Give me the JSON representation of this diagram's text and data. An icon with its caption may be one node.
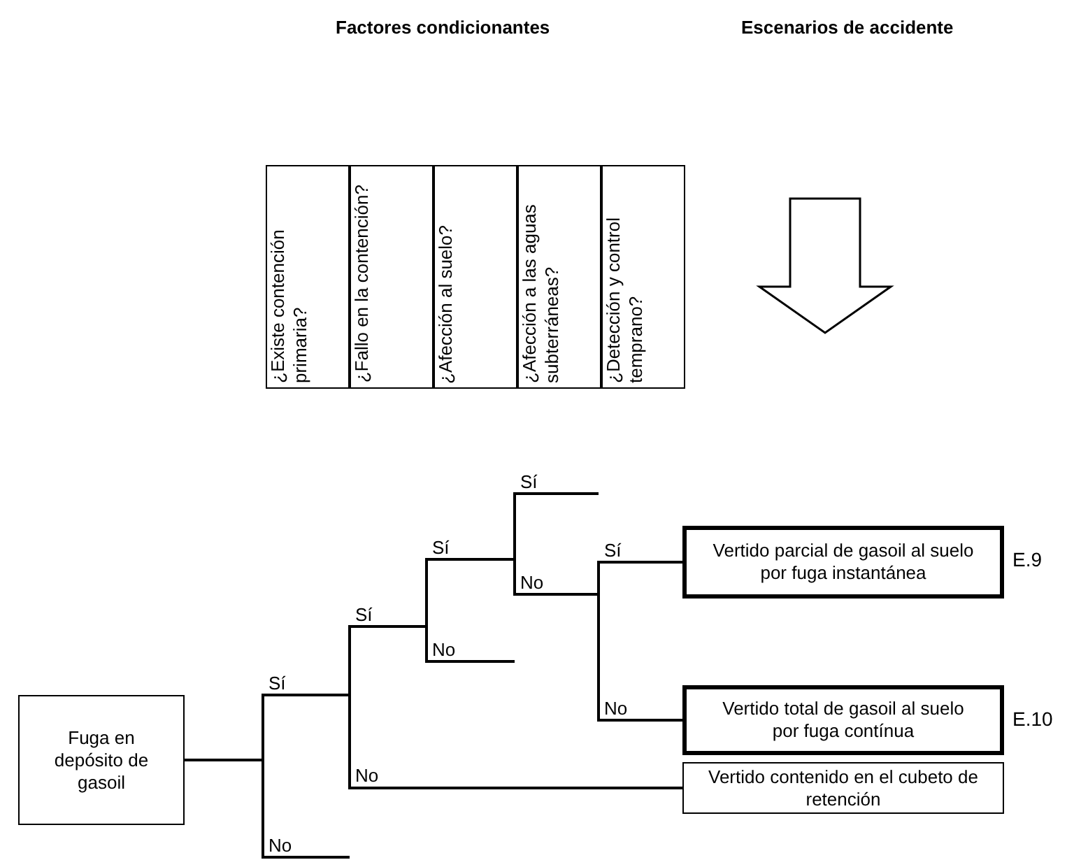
{
  "diagram": {
    "nodes": [
      {
        "text": [
          "¿Existe contención primaria?"
        ]
      },
      {
        "text": [
          "¿Fallo en la contención?"
        ]
      },
      {
        "text": [
          "¿Afección al suelo?"
        ]
      },
      {
        "text": [
          "¿Afección a las aguas subterráneas?"
        ]
      },
      {
        "text": [
          "¿Detección y control temprano?"
        ]
      },
      {
        "text": [
          "Fuga en depósito de gasoil"
        ]
      },
      {
        "text": [
          "Vertido parcial de gasoil al suelo por fuga instantánea"
        ],
        "beside": [
          "E.9"
        ]
      },
      {
        "text": [
          "Vertido total de gasoil al suelo por fuga contínua"
        ],
        "beside": [
          "E.10"
        ]
      },
      {
        "text": [
          "Vertido contenido en el cubeto de retención"
        ]
      }
    ],
    "edges": [
      {
        "from": 5,
        "to": 6,
        "arrow": "none"
      },
      {
        "from": 5,
        "to": 7,
        "arrow": "none"
      },
      {
        "from": 5,
        "to": 8,
        "arrow": "none"
      }
    ],
    "labels": [
      "Factores condicionantes",
      "Escenarios de accidente",
      "Sí",
      "Sí",
      "Sí",
      "No",
      "Sí",
      "No",
      "Sí",
      "No",
      "No",
      "No"
    ]
  }
}
